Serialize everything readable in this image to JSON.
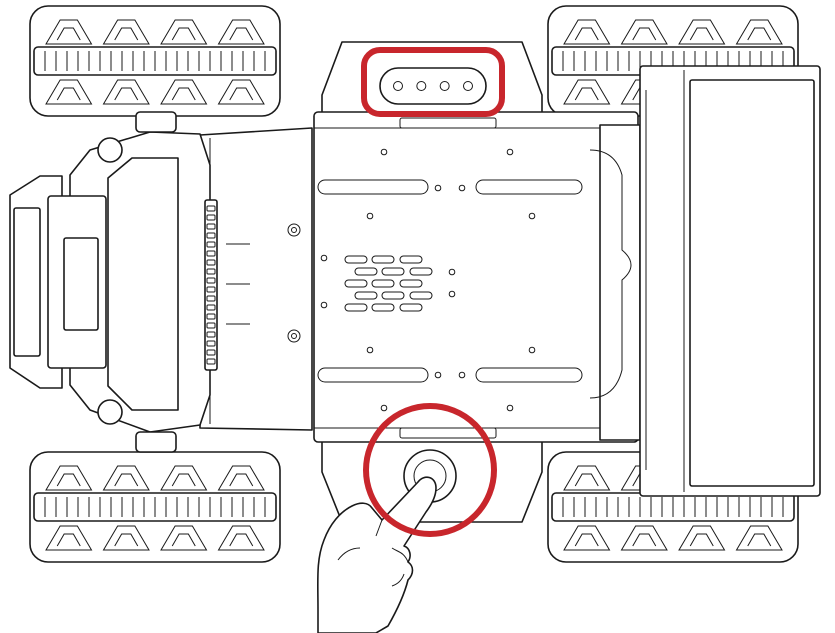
{
  "figure": {
    "type": "line-art-illustration",
    "subject": "robot-chassis-top-view",
    "elements": [
      "mecanum-wheel-icon",
      "chassis-plate",
      "gimbal-head",
      "armor-plate",
      "indicator-led-strip",
      "power-button",
      "pointing-hand-icon"
    ],
    "indicator_led_count": 4
  },
  "colors": {
    "highlight": "#c8262c",
    "line": "#1a1a1a",
    "fill": "#ffffff"
  }
}
